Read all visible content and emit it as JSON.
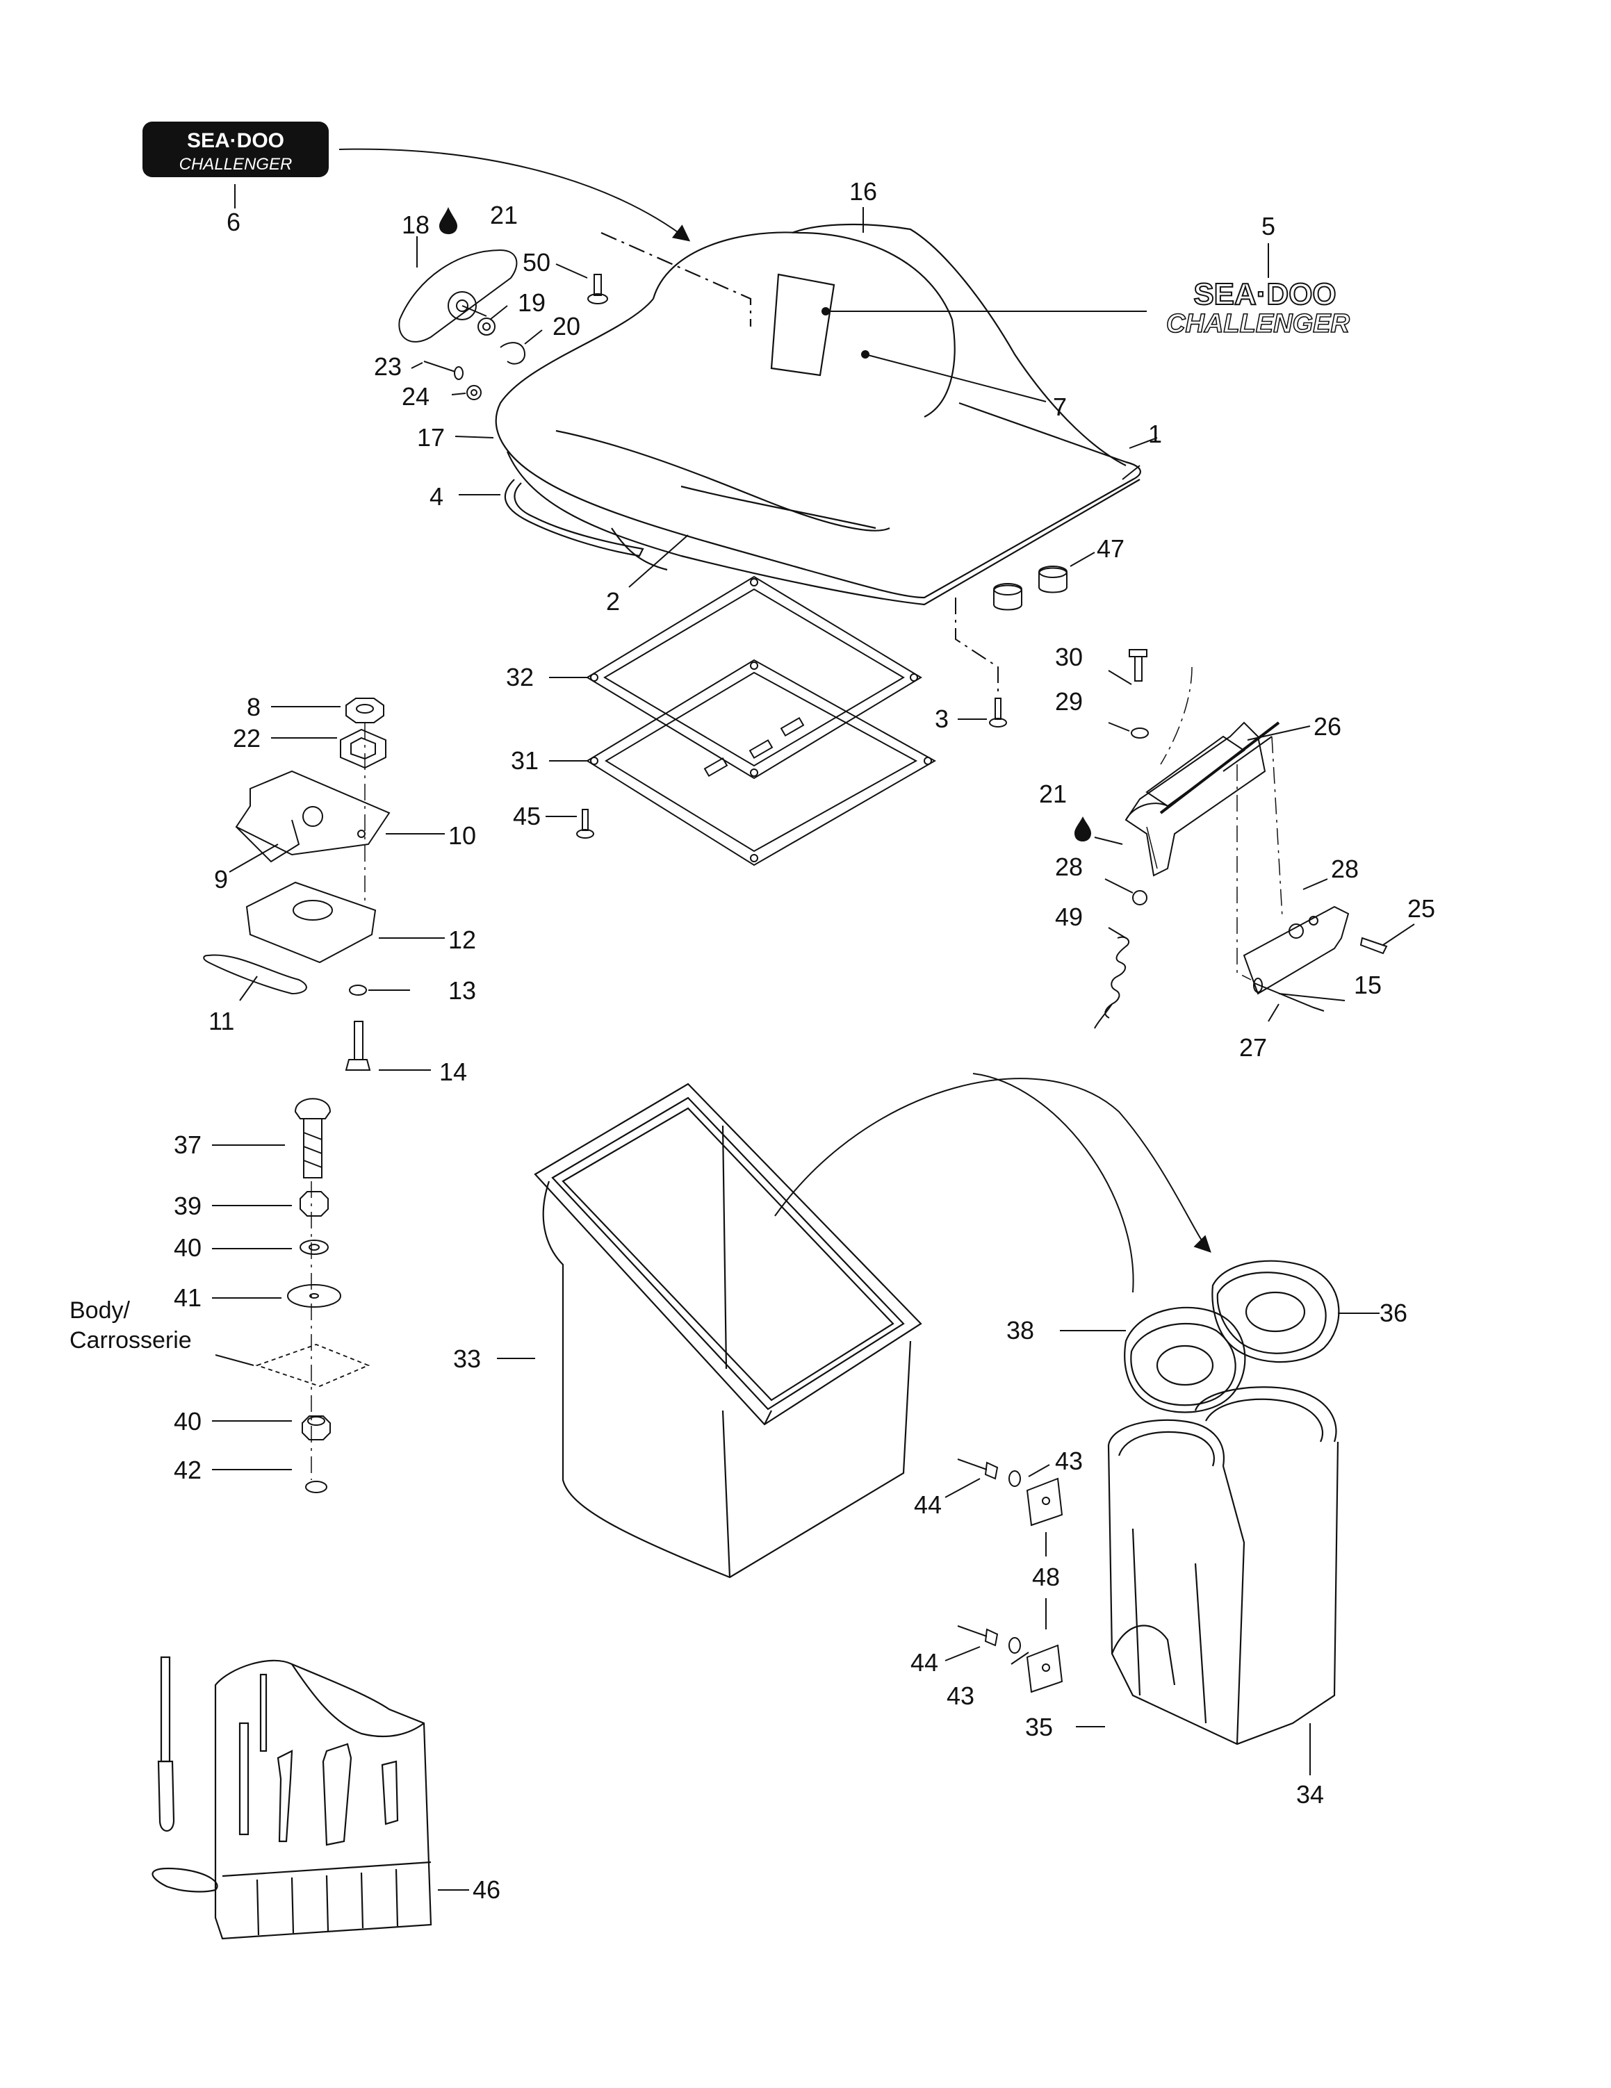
{
  "diagram": {
    "callouts": [
      {
        "id": "c6",
        "text": "6"
      },
      {
        "id": "c16",
        "text": "16"
      },
      {
        "id": "c18",
        "text": "18"
      },
      {
        "id": "c21a",
        "text": "21"
      },
      {
        "id": "c5",
        "text": "5"
      },
      {
        "id": "c50",
        "text": "50"
      },
      {
        "id": "c19",
        "text": "19"
      },
      {
        "id": "c20",
        "text": "20"
      },
      {
        "id": "c23",
        "text": "23"
      },
      {
        "id": "c24",
        "text": "24"
      },
      {
        "id": "c7",
        "text": "7"
      },
      {
        "id": "c17",
        "text": "17"
      },
      {
        "id": "c1",
        "text": "1"
      },
      {
        "id": "c4",
        "text": "4"
      },
      {
        "id": "c47",
        "text": "47"
      },
      {
        "id": "c2",
        "text": "2"
      },
      {
        "id": "c30",
        "text": "30"
      },
      {
        "id": "c32",
        "text": "32"
      },
      {
        "id": "c8",
        "text": "8"
      },
      {
        "id": "c29",
        "text": "29"
      },
      {
        "id": "c3",
        "text": "3"
      },
      {
        "id": "c26",
        "text": "26"
      },
      {
        "id": "c22",
        "text": "22"
      },
      {
        "id": "c31",
        "text": "31"
      },
      {
        "id": "c21b",
        "text": "21"
      },
      {
        "id": "c45",
        "text": "45"
      },
      {
        "id": "c10",
        "text": "10"
      },
      {
        "id": "c9",
        "text": "9"
      },
      {
        "id": "c28a",
        "text": "28"
      },
      {
        "id": "c28b",
        "text": "28"
      },
      {
        "id": "c25",
        "text": "25"
      },
      {
        "id": "c49",
        "text": "49"
      },
      {
        "id": "c12",
        "text": "12"
      },
      {
        "id": "c13",
        "text": "13"
      },
      {
        "id": "c15",
        "text": "15"
      },
      {
        "id": "c11",
        "text": "11"
      },
      {
        "id": "c27",
        "text": "27"
      },
      {
        "id": "c14",
        "text": "14"
      },
      {
        "id": "c37",
        "text": "37"
      },
      {
        "id": "c39",
        "text": "39"
      },
      {
        "id": "c40a",
        "text": "40"
      },
      {
        "id": "c41",
        "text": "41"
      },
      {
        "id": "c36",
        "text": "36"
      },
      {
        "id": "c38",
        "text": "38"
      },
      {
        "id": "c33",
        "text": "33"
      },
      {
        "id": "c40b",
        "text": "40"
      },
      {
        "id": "c42",
        "text": "42"
      },
      {
        "id": "c43a",
        "text": "43"
      },
      {
        "id": "c44a",
        "text": "44"
      },
      {
        "id": "c48",
        "text": "48"
      },
      {
        "id": "c44b",
        "text": "44"
      },
      {
        "id": "c43b",
        "text": "43"
      },
      {
        "id": "c35",
        "text": "35"
      },
      {
        "id": "c34",
        "text": "34"
      },
      {
        "id": "c46",
        "text": "46"
      }
    ],
    "body_label_line1": "Body/",
    "body_label_line2": "Carrosserie",
    "decal_brand_text": "SEA·DOO",
    "decal_model_text": "CHALLENGER"
  }
}
